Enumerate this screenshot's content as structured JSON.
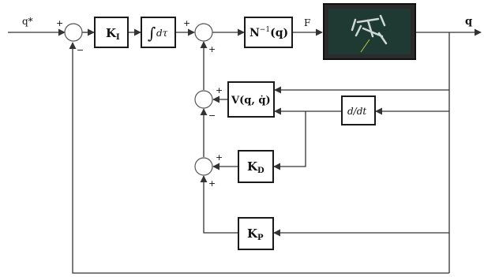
{
  "signals": {
    "input": "q*",
    "force": "F",
    "output": "q"
  },
  "blocks": {
    "ki": {
      "main": "K",
      "sub": "I"
    },
    "integrator": {
      "text": "dτ"
    },
    "ninv": {
      "main": "N",
      "sup": "−1",
      "arg": "(q)"
    },
    "v": {
      "main": "V",
      "arg": "(q, q̇)"
    },
    "deriv": {
      "text": "d/dt"
    },
    "kd": {
      "main": "K",
      "sub": "D"
    },
    "kp": {
      "main": "K",
      "sub": "P"
    }
  },
  "signs": {
    "s1_input": "+",
    "s1_feedback": "−",
    "s2_input": "+",
    "s2_lower": "+",
    "s3_v": "+",
    "s3_lower": "−",
    "s4_kd": "+",
    "s4_kp": "+"
  },
  "plant": {
    "image": "robot-plant-image",
    "colors": {
      "frame": "#2b2b2b",
      "screen": "#1f3a32"
    }
  }
}
